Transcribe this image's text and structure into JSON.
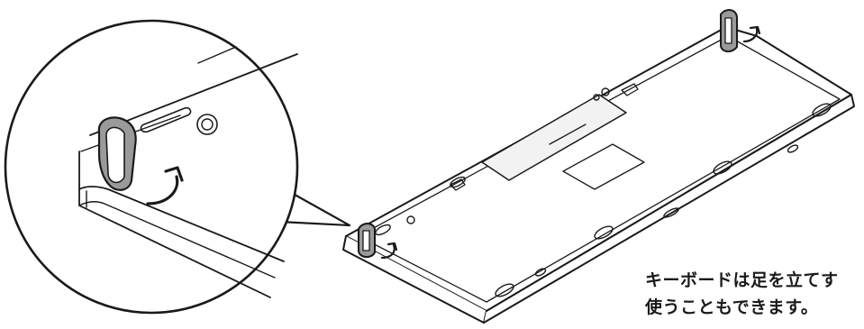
{
  "caption": {
    "line1": "キーボードは足を立てす",
    "line2": "使うこともできます。"
  },
  "colors": {
    "line": "#1a1a1a",
    "foot_fill": "#9a9a9a",
    "panel_fill": "#f2f2f2",
    "background": "#ffffff"
  },
  "icons": [
    "foot-stand-icon",
    "rotate-arrow-icon",
    "magnifier-circle"
  ]
}
